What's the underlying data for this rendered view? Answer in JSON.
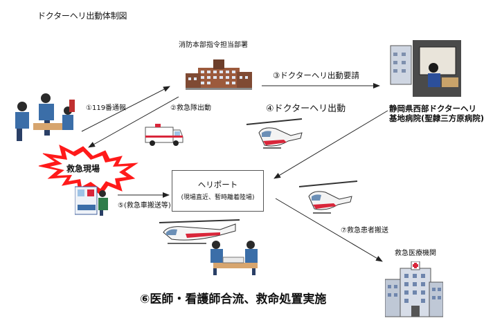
{
  "title": "ドクターヘリ出動体制図",
  "nodes": {
    "fire_hq": "消防本部指令担当部署",
    "base_hospital_line1": "静岡県西部ドクターヘリ",
    "base_hospital_line2": "基地病院(聖隷三方原病院)",
    "scene": "救急現場",
    "heliport_title": "ヘリポート",
    "heliport_sub": "(現場直近、暫時離着陸場)",
    "receiving_hospital": "救急医療機関"
  },
  "steps": {
    "s1": "①119番通報",
    "s2": "②救急隊出動",
    "s3": "③ドクターヘリ出動要請",
    "s4": "④ドクターヘリ出動",
    "s5": "⑤(救急車搬送等)",
    "s6": "⑥医師・看護師合流、救命処置実施",
    "s7": "⑦救急患者搬送"
  },
  "colors": {
    "burst": "#ff1a1a",
    "helicopter_red": "#d9263a",
    "arrow": "#222222"
  }
}
